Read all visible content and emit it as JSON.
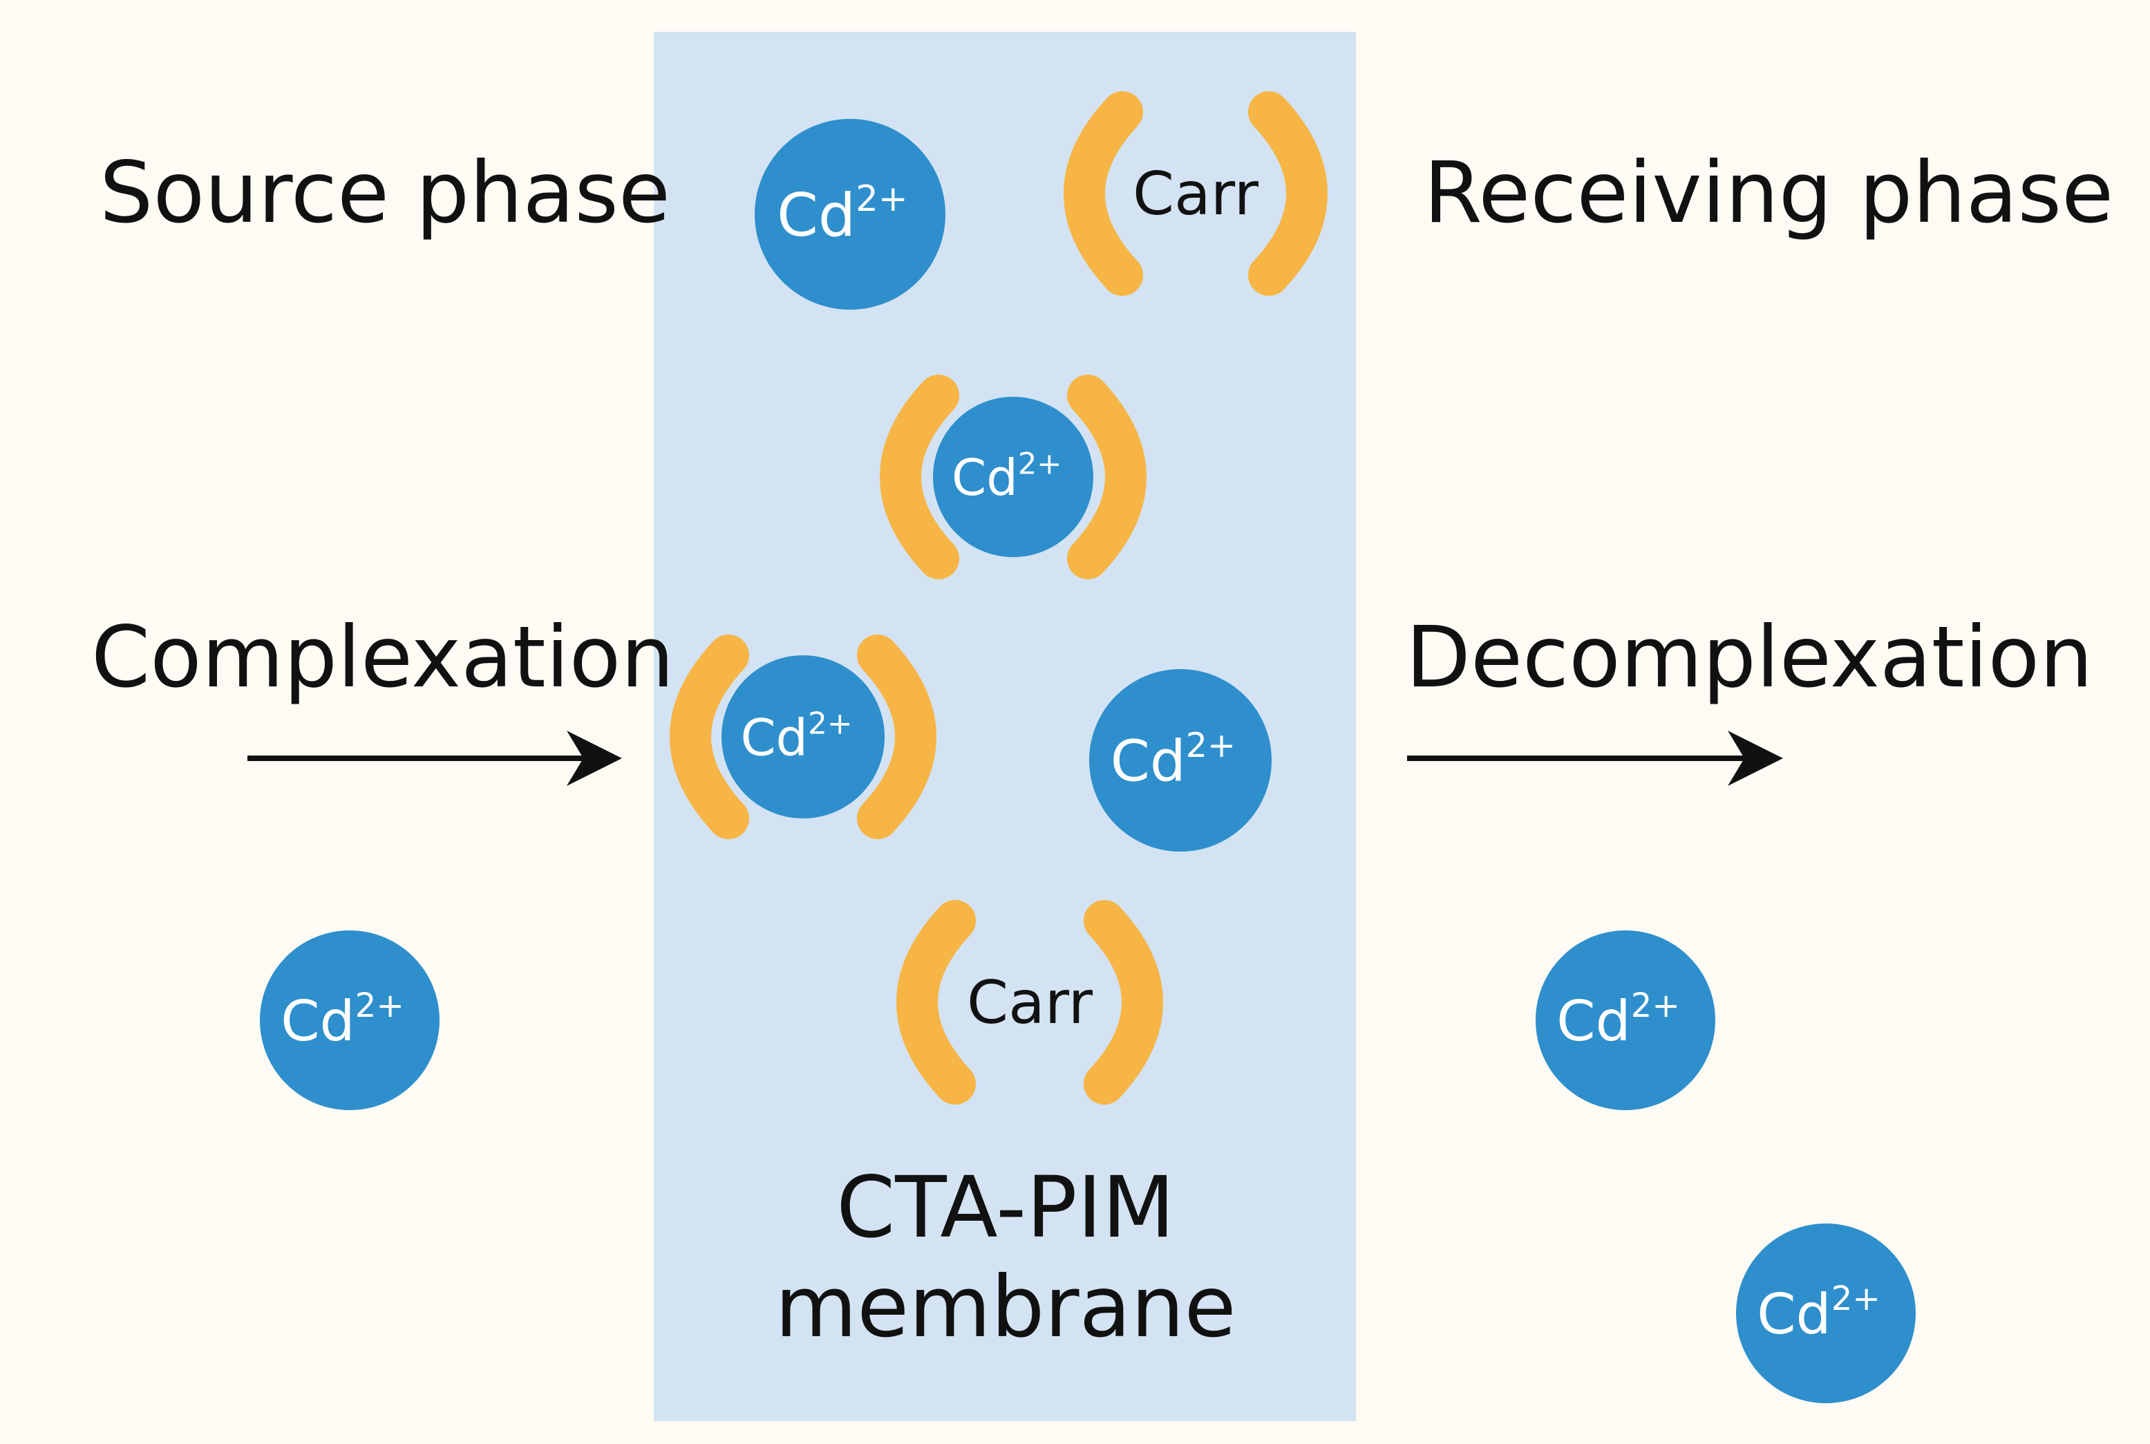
{
  "colors": {
    "background": "#fdfbf4",
    "membrane": "#d3e3f3",
    "ion": "#2e8fcc",
    "carrier": "#f6b545",
    "text": "#111111",
    "ion_text": "#ffffff"
  },
  "labels": {
    "source_phase": "Source phase",
    "receiving_phase": "Receiving phase",
    "complexation": "Complexation",
    "decomplexation": "Decomplexation",
    "membrane_line1": "CTA-PIM",
    "membrane_line2": "membrane"
  },
  "ion": {
    "symbol": "Cd",
    "charge": "2+"
  },
  "carrier": {
    "label": "Carr"
  }
}
